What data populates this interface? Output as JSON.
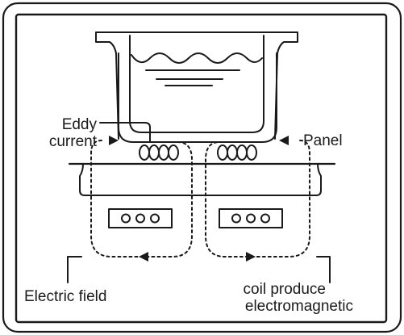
{
  "labels": {
    "eddy_line1": "Eddy",
    "eddy_line2": "current",
    "panel": "Panel",
    "electric_field": "Electric field",
    "coil_line1": "coil produce",
    "coil_line2": "electromagnetic"
  },
  "colors": {
    "stroke": "#1a1a1a",
    "background": "#ffffff"
  },
  "icons": {
    "arrow": "triangle-arrow-icon"
  }
}
